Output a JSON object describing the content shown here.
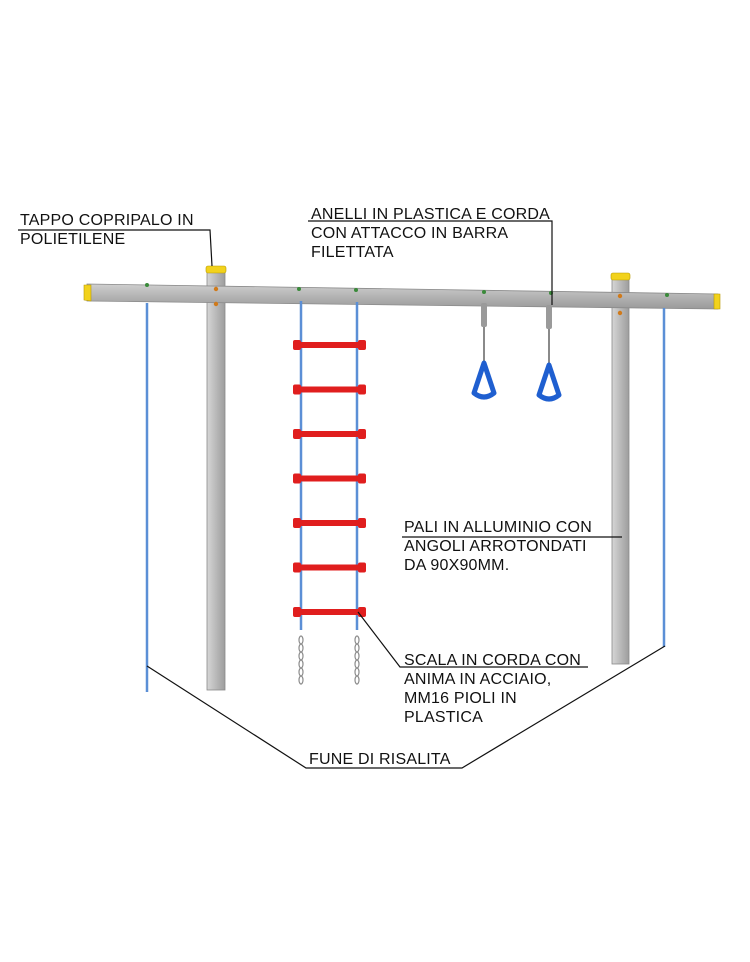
{
  "labels": {
    "cap": {
      "line1": "TAPPO COPRIPALO IN",
      "line2": "POLIETILENE"
    },
    "rings": {
      "line1": "ANELLI IN PLASTICA E CORDA",
      "line2": "CON ATTACCO IN BARRA",
      "line3": "FILETTATA"
    },
    "posts": {
      "line1": "PALI IN ALLUMINIO CON",
      "line2": "ANGOLI ARROTONDATI",
      "line3": "DA 90X90MM."
    },
    "ladder": {
      "line1": "SCALA IN CORDA CON",
      "line2": "ANIMA IN ACCIAIO,",
      "line3": "MM16 PIOLI IN",
      "line4": "PLASTICA"
    },
    "rope": {
      "line1": "FUNE DI RISALITA"
    }
  },
  "colors": {
    "post": "#b4b4b4",
    "cap": "#f2d21c",
    "rope": "#5b8fd6",
    "rung": "#e01e1e",
    "ring": "#1f5fd0",
    "chain": "#8c8c8c",
    "leader": "#111111"
  },
  "ladder": {
    "rung_count": 7
  }
}
